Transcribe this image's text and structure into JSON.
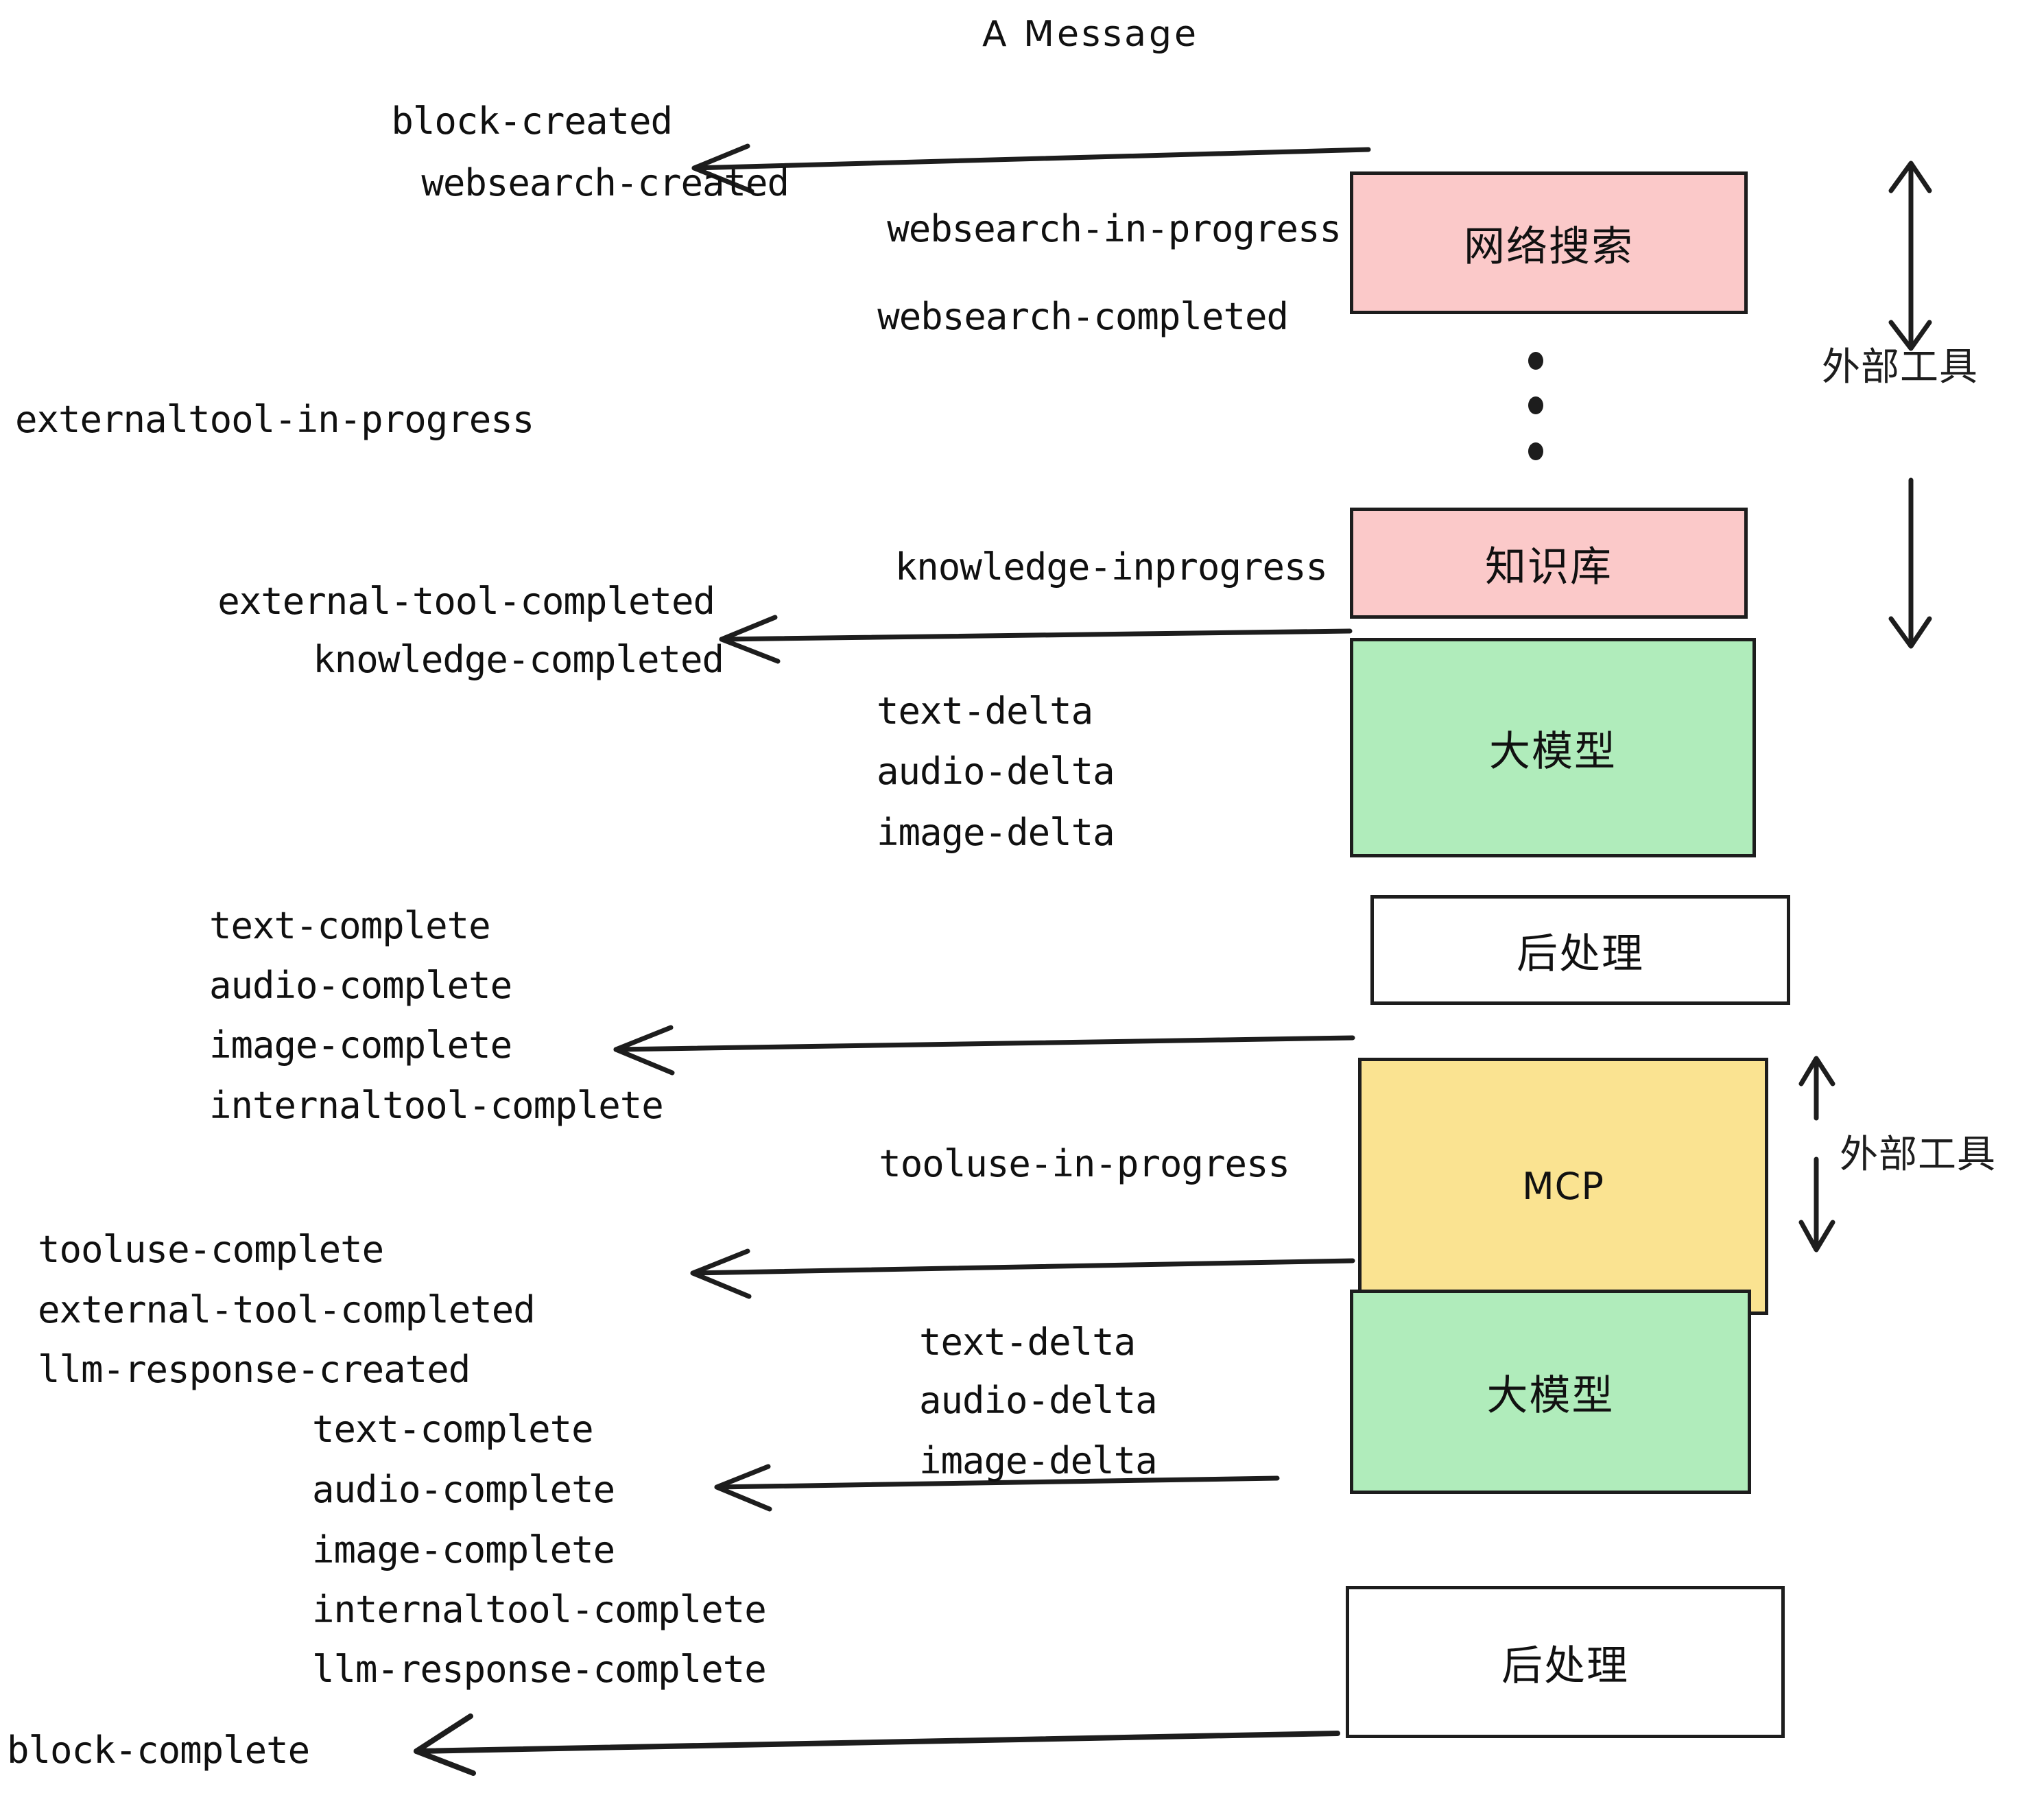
{
  "title": "A Message",
  "boxes": [
    {
      "id": "websearch",
      "label": "网络搜索",
      "color": "#fbc9c9"
    },
    {
      "id": "knowledge",
      "label": "知识库",
      "color": "#fbc9c9"
    },
    {
      "id": "llm-1",
      "label": "大模型",
      "color": "#b0ecbb"
    },
    {
      "id": "postproc-1",
      "label": "后处理",
      "color": "#ffffff"
    },
    {
      "id": "mcp",
      "label": "MCP",
      "color": "#fae391"
    },
    {
      "id": "llm-2",
      "label": "大模型",
      "color": "#b0ecbb"
    },
    {
      "id": "postproc-2",
      "label": "后处理",
      "color": "#ffffff"
    }
  ],
  "side_labels": [
    {
      "id": "external-tools-top",
      "label": "外部工具"
    },
    {
      "id": "external-tools-bottom",
      "label": "外部工具"
    }
  ],
  "events": {
    "block_created": "block-created",
    "websearch_created": "websearch-created",
    "websearch_in_progress": "websearch-in-progress",
    "websearch_completed": "websearch-completed",
    "externaltool_in_progress": "externaltool-in-progress",
    "knowledge_inprogress": "knowledge-inprogress",
    "external_tool_completed_1": "external-tool-completed",
    "knowledge_completed": "knowledge-completed",
    "text_delta_1": "text-delta",
    "audio_delta_1": "audio-delta",
    "image_delta_1": "image-delta",
    "text_complete_1": "text-complete",
    "audio_complete_1": "audio-complete",
    "image_complete_1": "image-complete",
    "internaltool_complete_1": "internaltool-complete",
    "tooluse_in_progress": "tooluse-in-progress",
    "tooluse_complete": "tooluse-complete",
    "external_tool_completed_2": "external-tool-completed",
    "llm_response_created": "llm-response-created",
    "text_delta_2": "text-delta",
    "audio_delta_2": "audio-delta",
    "image_delta_2": "image-delta",
    "text_complete_2": "text-complete",
    "audio_complete_2": "audio-complete",
    "image_complete_2": "image-complete",
    "internaltool_complete_2": "internaltool-complete",
    "llm_response_complete": "llm-response-complete",
    "block_complete": "block-complete"
  },
  "colors": {
    "stroke": "#1d1d1d",
    "pink": "#fbc9c9",
    "green": "#b0ecbb",
    "yellow": "#fae391",
    "white": "#ffffff",
    "background": "#ffffff"
  }
}
